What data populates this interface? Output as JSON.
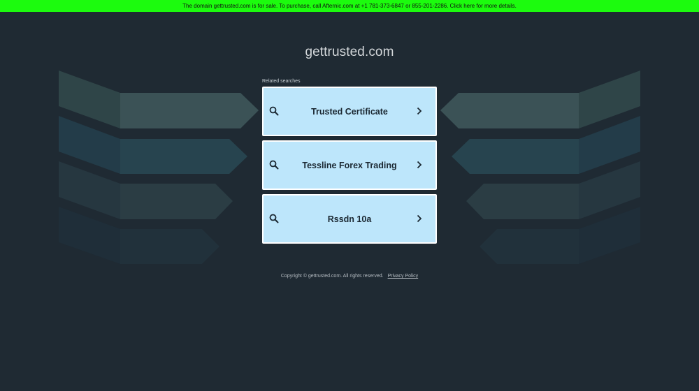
{
  "banner": {
    "text": "The domain gettrusted.com is for sale. To purchase, call Afternic.com at +1 781-373-6847 or 855-201-2286. Click here for more details.",
    "background_color": "#1cfb0e"
  },
  "header": {
    "domain_title": "gettrusted.com"
  },
  "related": {
    "label": "Related searches",
    "items": [
      {
        "label": "Trusted Certificate",
        "icon": "search-icon",
        "arrow_icon": "chevron-right-icon"
      },
      {
        "label": "Tessline Forex Trading",
        "icon": "search-icon",
        "arrow_icon": "chevron-right-icon"
      },
      {
        "label": "Rssdn 10a",
        "icon": "search-icon",
        "arrow_icon": "chevron-right-icon"
      }
    ]
  },
  "footer": {
    "copyright": "Copyright © gettrusted.com.  All rights reserved.",
    "privacy_link": "Privacy Policy"
  },
  "colors": {
    "page_background": "#1f2a33",
    "card_fill": "#bde6fb",
    "card_border": "#ffffff",
    "card_text": "#1b2832"
  }
}
